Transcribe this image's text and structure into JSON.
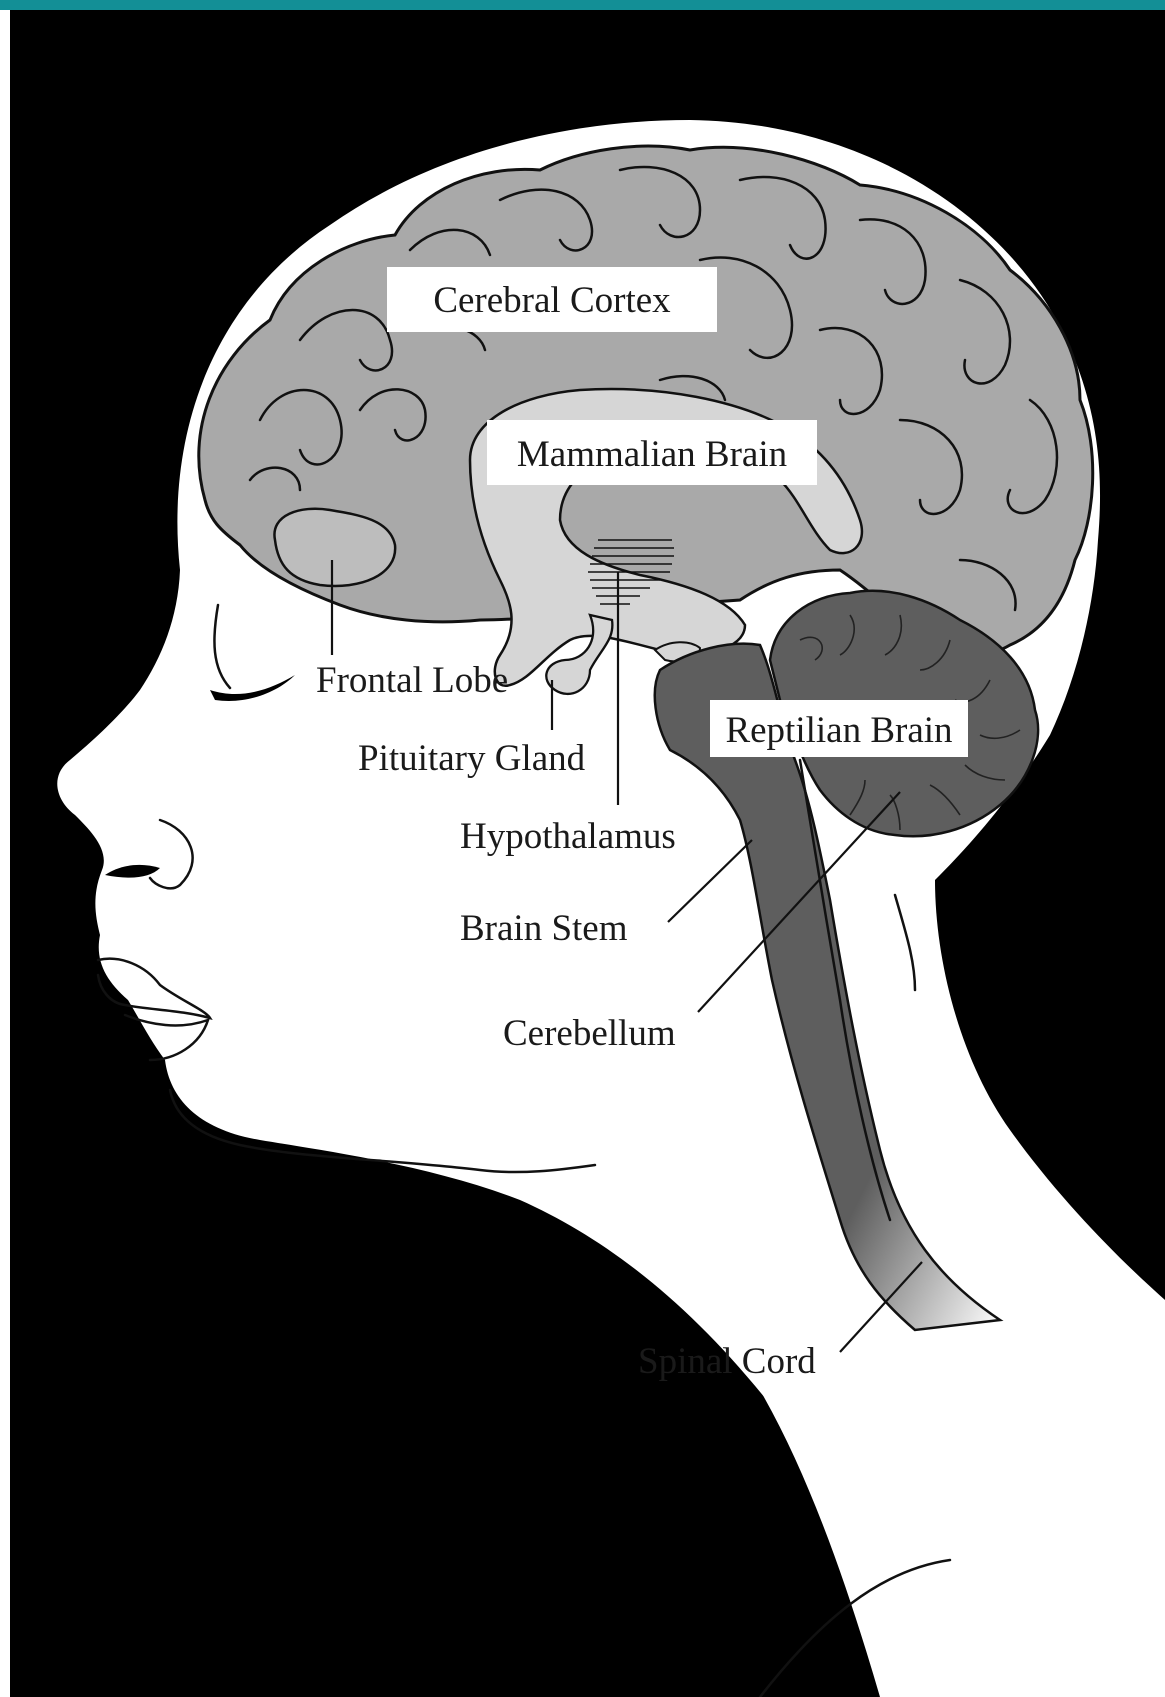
{
  "diagram": {
    "accent_bar_color": "#138f96",
    "background_color": "#000000",
    "silhouette_color": "#ffffff",
    "cortex_color": "#a9a9a9",
    "mammalian_color": "#d6d6d6",
    "reptilian_color": "#5e5e5e",
    "boxed_labels": {
      "cerebral_cortex": "Cerebral Cortex",
      "mammalian_brain": "Mammalian Brain",
      "reptilian_brain": "Reptilian Brain"
    },
    "labels": {
      "frontal_lobe": "Frontal Lobe",
      "pituitary_gland": "Pituitary Gland",
      "hypothalamus": "Hypothalamus",
      "brain_stem": "Brain Stem",
      "cerebellum": "Cerebellum",
      "spinal_cord": "Spinal Cord"
    }
  }
}
